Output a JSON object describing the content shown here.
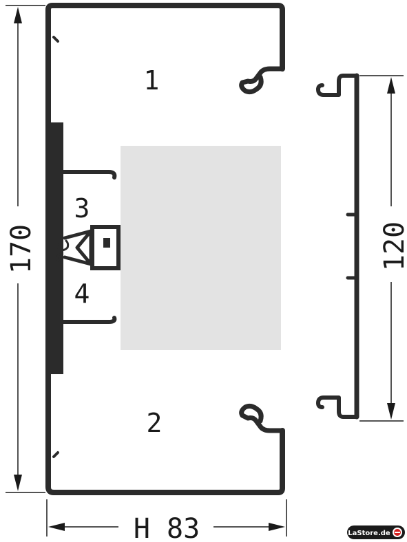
{
  "diagram": {
    "region_labels": {
      "one": "1",
      "two": "2",
      "three": "3",
      "four": "4"
    },
    "dimensions": {
      "height_label": "170",
      "width_label": "H 83",
      "cover_label": "120"
    },
    "colors": {
      "profile": "#2b2b2b",
      "insert": "#e3e3e3",
      "background": "#ffffff",
      "watermark_bg": "#1a1a1a",
      "watermark_accent": "#d42020"
    },
    "watermark": {
      "text": "LaStore.de"
    }
  }
}
